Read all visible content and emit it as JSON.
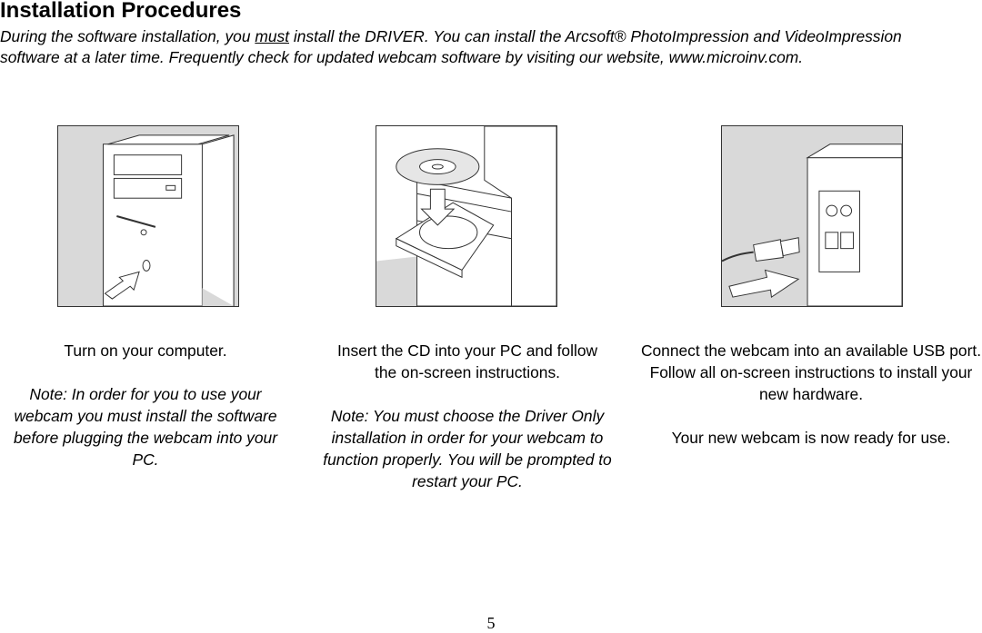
{
  "title": "Installation Procedures",
  "intro": {
    "part1": "During the software installation, you ",
    "emphasis": "must",
    "part2": " install the DRIVER. You can install the Arcsoft® PhotoImpression and VideoImpression software at a later time. Frequently check for updated webcam software by visiting our website, www.microinv.com."
  },
  "steps": [
    {
      "text": "Turn on your computer.",
      "note": "Note: In order for you to use your webcam you must install the software before plugging the webcam into your PC."
    },
    {
      "text": "Insert the CD into your PC and follow the on-screen instructions.",
      "note": "Note: You must choose the Driver Only installation in order for your webcam to function properly. You will be prompted to restart your PC."
    },
    {
      "text": "Connect the webcam into an available USB port. Follow all on-screen instructions to install your new hardware.",
      "extra": "Your new webcam is now ready for use."
    }
  ],
  "page_number": "5",
  "colors": {
    "illustration_gray": "#d9d9d9",
    "line": "#333333"
  }
}
